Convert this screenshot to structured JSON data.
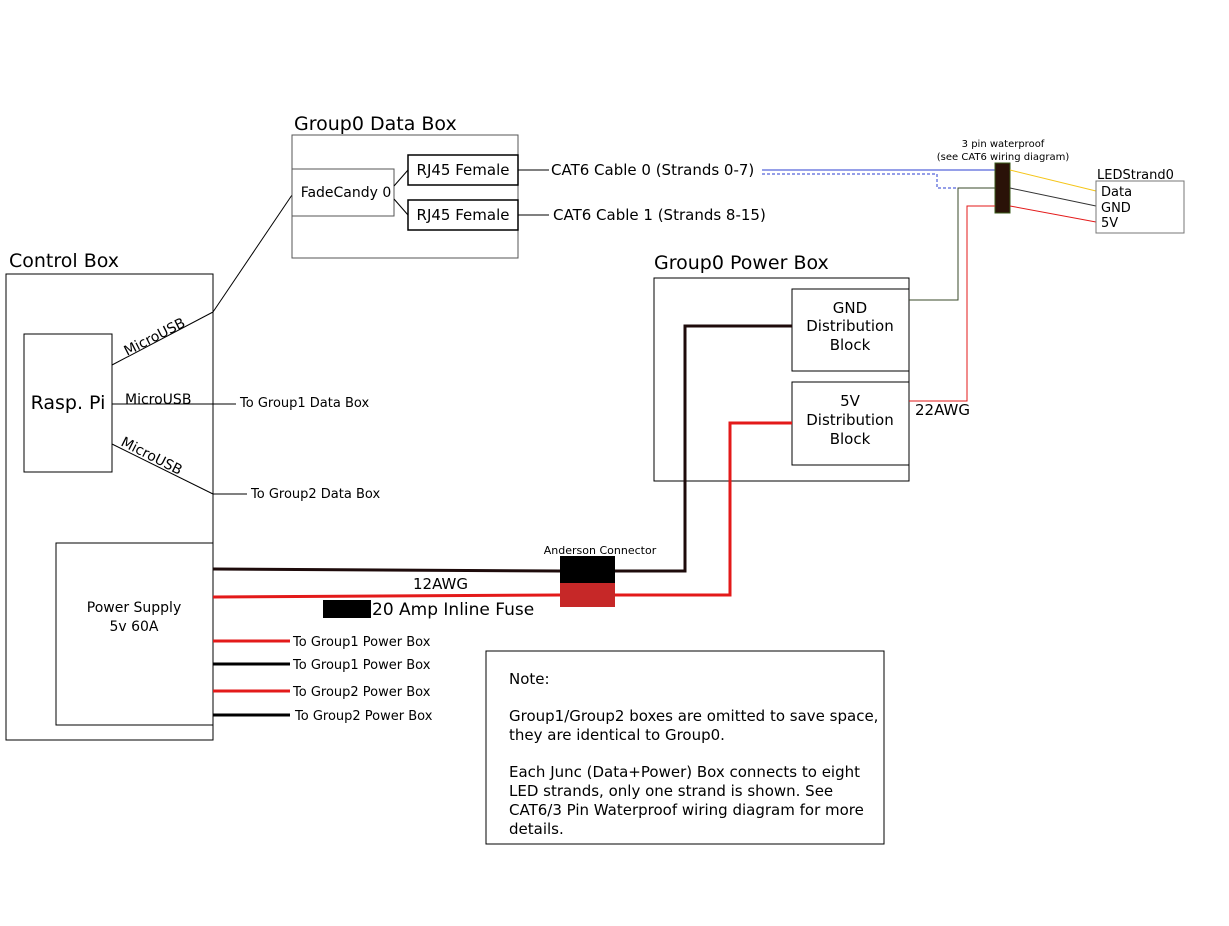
{
  "control_box": {
    "title": "Control Box",
    "rasp_pi": "Rasp. Pi",
    "usb_label_1": "MicroUSB",
    "usb_label_2": "MicroUSB",
    "usb_label_3": "MicroUSB",
    "to_group1_data": "To Group1 Data Box",
    "to_group2_data": "To Group2 Data Box",
    "power_supply_line1": "Power Supply",
    "power_supply_line2": "5v 60A",
    "power_outputs": [
      "To Group1 Power Box",
      "To Group1 Power Box",
      "To Group2 Power Box",
      "To Group2 Power Box"
    ]
  },
  "data_box": {
    "title": "Group0 Data Box",
    "fadecandy": "FadeCandy 0",
    "rj45_1": "RJ45 Female",
    "rj45_2": "RJ45 Female",
    "cable_0": "CAT6 Cable 0 (Strands 0-7)",
    "cable_1": "CAT6 Cable 1 (Strands 8-15)"
  },
  "connector": {
    "label_line1": "3 pin waterproof",
    "label_line2": "(see CAT6 wiring diagram)"
  },
  "led_strand": {
    "title": "LEDStrand0",
    "pins": [
      "Data",
      "GND",
      "5V"
    ]
  },
  "power_box": {
    "title": "Group0 Power Box",
    "gnd_block": [
      "GND",
      "Distribution",
      "Block"
    ],
    "v5_block": [
      "5V",
      "Distribution",
      "Block"
    ],
    "gauge_22": "22AWG"
  },
  "wiring": {
    "anderson": "Anderson Connector",
    "gauge_12": "12AWG",
    "fuse": "20 Amp Inline Fuse"
  },
  "note": {
    "heading": "Note:",
    "para1_line1": "Group1/Group2 boxes are omitted to save space,",
    "para1_line2": "they are identical to Group0.",
    "para2_line1": "Each Junc (Data+Power) Box connects to eight",
    "para2_line2": "LED strands, only one strand is shown. See",
    "para2_line3": "CAT6/3 Pin Waterproof wiring diagram for more",
    "para2_line4": "details."
  },
  "colors": {
    "power_red": "#e31a1a",
    "ground_dark": "#1e0b0b",
    "data_blue": "#2b3fd0",
    "data_yellow": "#f5c518",
    "anderson_black": "#000000",
    "anderson_red": "#c62828"
  }
}
